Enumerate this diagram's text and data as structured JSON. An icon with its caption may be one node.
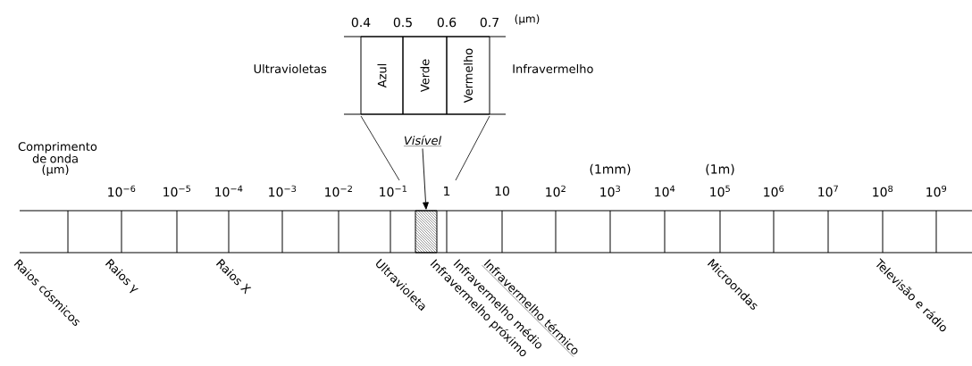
{
  "diagram": {
    "nodes": [
      {
        "text": [
          "Visível"
        ]
      },
      {
        "text": [],
        "shape": "bar"
      },
      {
        "text": [
          "Azul"
        ]
      },
      {
        "text": [
          "Verde"
        ]
      },
      {
        "text": [
          "Vermelho"
        ]
      }
    ],
    "edges": [
      {
        "from": 0,
        "to": 1,
        "arrow": "to"
      }
    ],
    "labels": [
      "0.4",
      "0.5",
      "0.6",
      "0.7",
      "(µm)",
      "Ultravioletas",
      "Infravermelho",
      "Comprimento de onda (µm)",
      "(1mm)",
      "(1m)",
      "10$^{−6}$",
      "10$^{−5}$",
      "10$^{−4}$",
      "10$^{−3}$",
      "10$^{−2}$",
      "10$^{−1}$",
      "1",
      "10",
      "10$^{2}$",
      "10$^{3}$",
      "10$^{4}$",
      "10$^{5}$",
      "10$^{6}$",
      "10$^{7}$",
      "10$^{8}$",
      "10$^{9}$",
      "Raios cósmicos",
      "Raios γ",
      "Raios X",
      "Ultravioleta",
      "Infravermelho próximo",
      "Infravermelho médio",
      "Infravermelho térmico",
      "Microondas",
      "Televisão e rádio"
    ]
  }
}
